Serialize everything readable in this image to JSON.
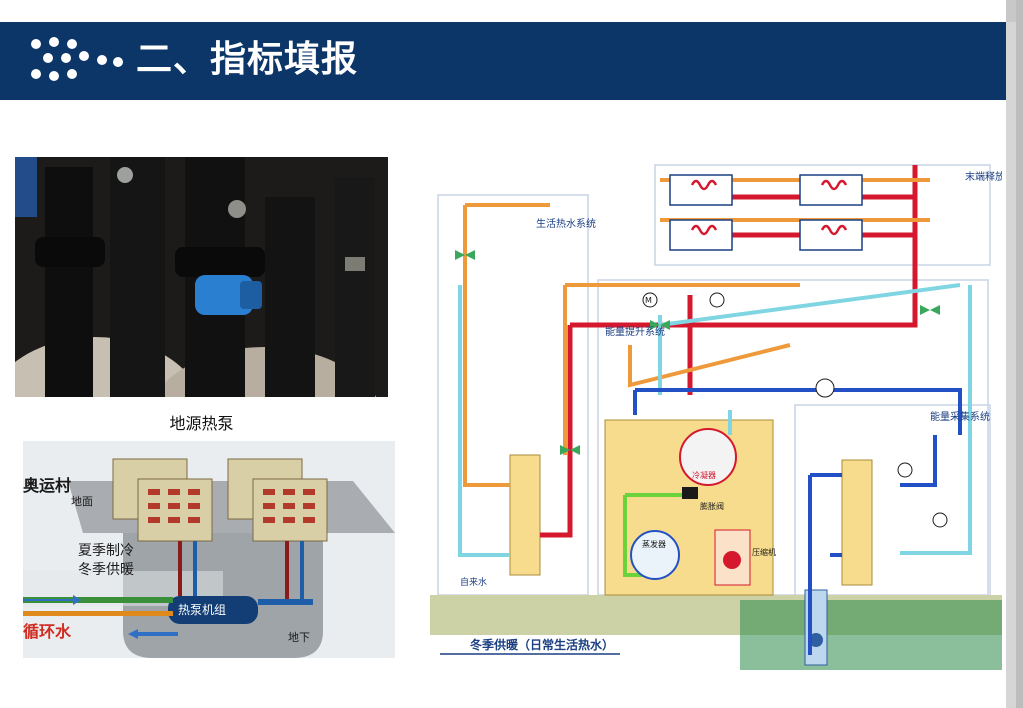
{
  "header": {
    "title": "二、指标填报",
    "bg": "#0c3668"
  },
  "photo_caption": "地源热泵",
  "village_diagram": {
    "village_label": "奥运村",
    "ground_label": "地面",
    "season_line1": "夏季制冷",
    "season_line2": "冬季供暖",
    "unit_label": "热泵机组",
    "circulating_water": "循环水",
    "underground_label": "地下"
  },
  "system_diagram": {
    "terminal_label": "末端释放系统",
    "hot_water_label": "生活热水系统",
    "energy_lift_label": "能量提升系统",
    "energy_collect_label": "能量采集系统",
    "tap_water_label": "自来水",
    "condenser": "冷凝器",
    "evaporator": "蒸发器",
    "expansion_valve": "膨胀阀",
    "compressor": "压缩机",
    "caption": "冬季供暖（日常生活热水）",
    "valve_m": "M"
  }
}
